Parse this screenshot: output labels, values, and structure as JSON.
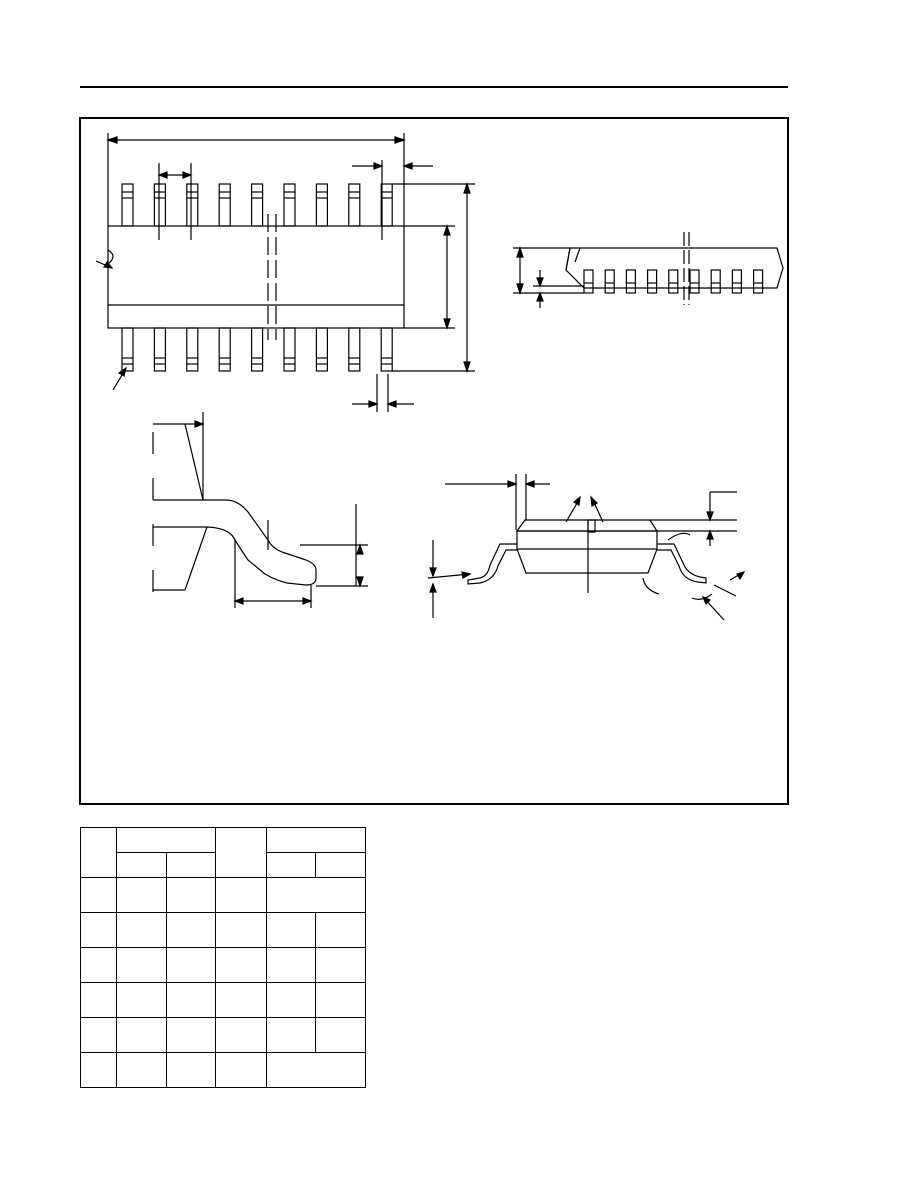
{
  "figure": {
    "name": "package outline drawing",
    "top_view_leads_per_side": 9,
    "side_view_leads": 9,
    "line_color": "#000000",
    "background_color": "#ffffff"
  },
  "dimension_table": {
    "rows": 6,
    "columns": 6,
    "header_rows": 2,
    "cells": []
  }
}
